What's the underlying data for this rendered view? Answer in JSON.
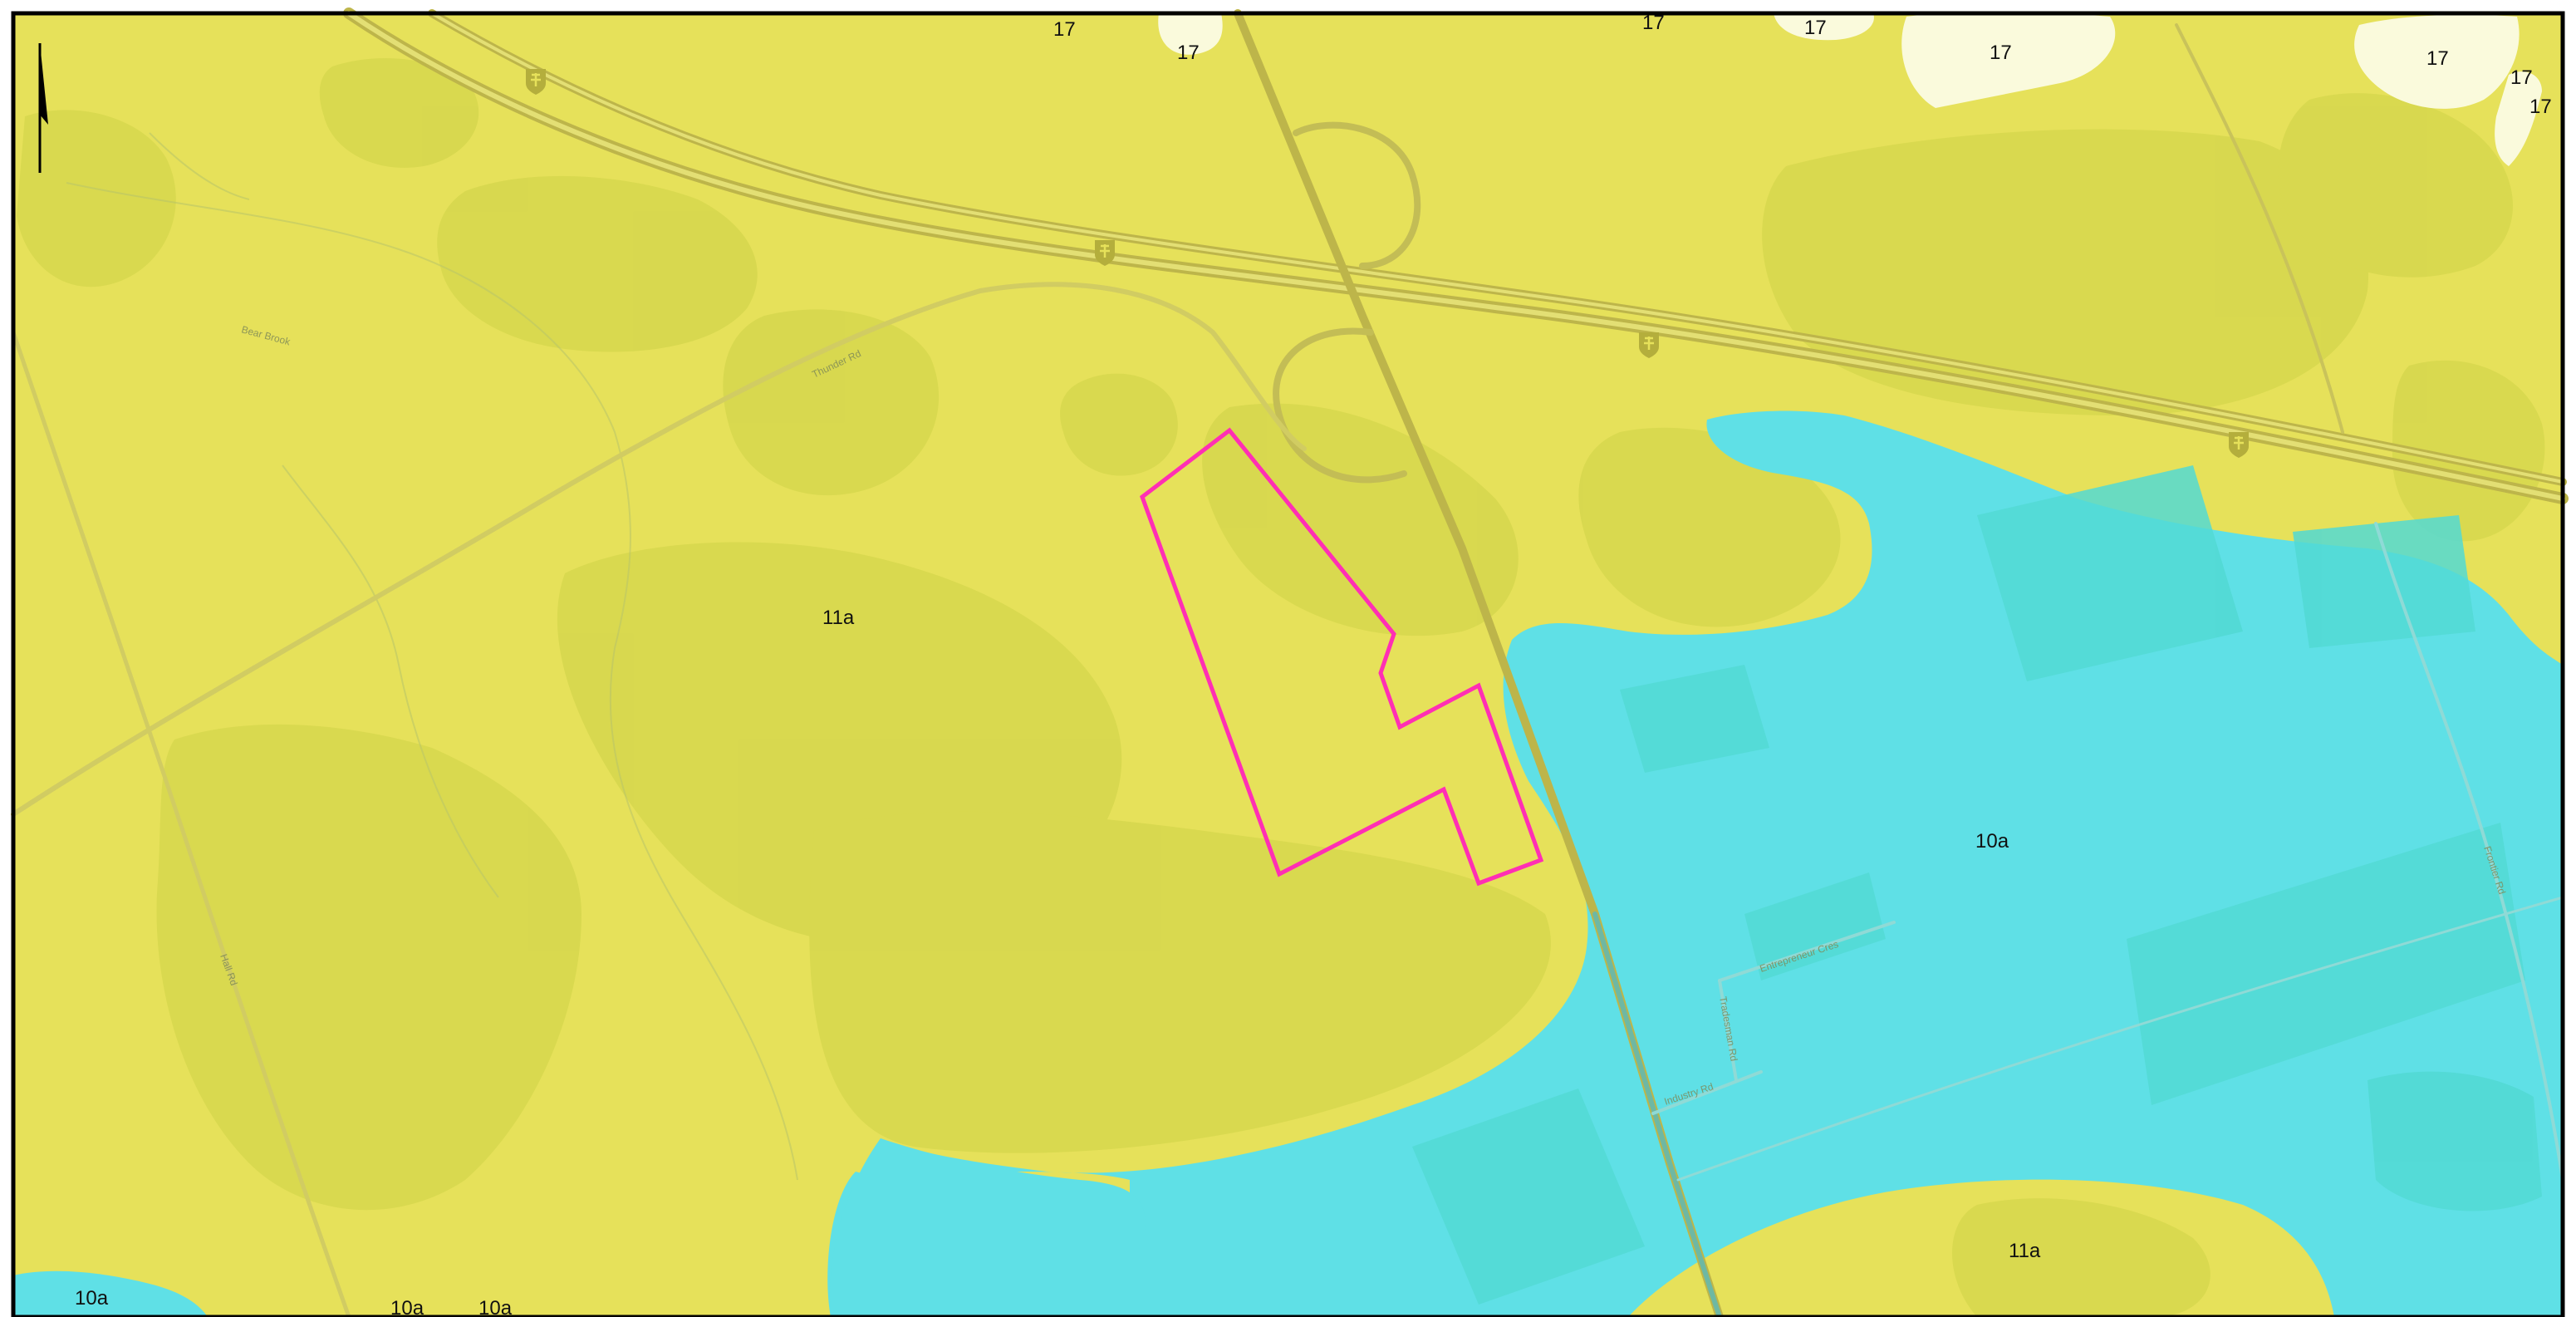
{
  "map": {
    "colors": {
      "unit_11a": "#e6e15a",
      "unit_11a_dark": "#d7d84e",
      "unit_10a": "#5fe0e6",
      "unit_10a_dark": "#52d9d4",
      "unit_17": "#fafadc",
      "road": "#b9b54a",
      "road_edge": "#c8c55a",
      "site_outline": "#ff2fb4",
      "frame": "#000000"
    },
    "unit_labels": {
      "u17_a": "17",
      "u17_b": "17",
      "u17_c": "17",
      "u17_d": "17",
      "u17_e": "17",
      "u17_f": "17",
      "u17_g": "17",
      "u17_h": "17",
      "u11a_a": "11a",
      "u11a_b": "11a",
      "u10a_a": "10a",
      "u10a_b": "10a",
      "u10a_c": "10a",
      "u10a_d": "10a"
    },
    "road_names": {
      "bear_brook": "Bear Brook",
      "thunder_rd": "Thunder Rd",
      "hall_rd": "Hall Rd",
      "entrepreneur_cres": "Entrepreneur Cres",
      "tradesman_rd": "Tradesman Rd",
      "industry_rd": "Industry Rd",
      "frontier_rd": "Frontier Rd"
    },
    "icons": {
      "north_arrow": "north-arrow-icon",
      "highway_shield": "highway-shield-icon"
    }
  }
}
